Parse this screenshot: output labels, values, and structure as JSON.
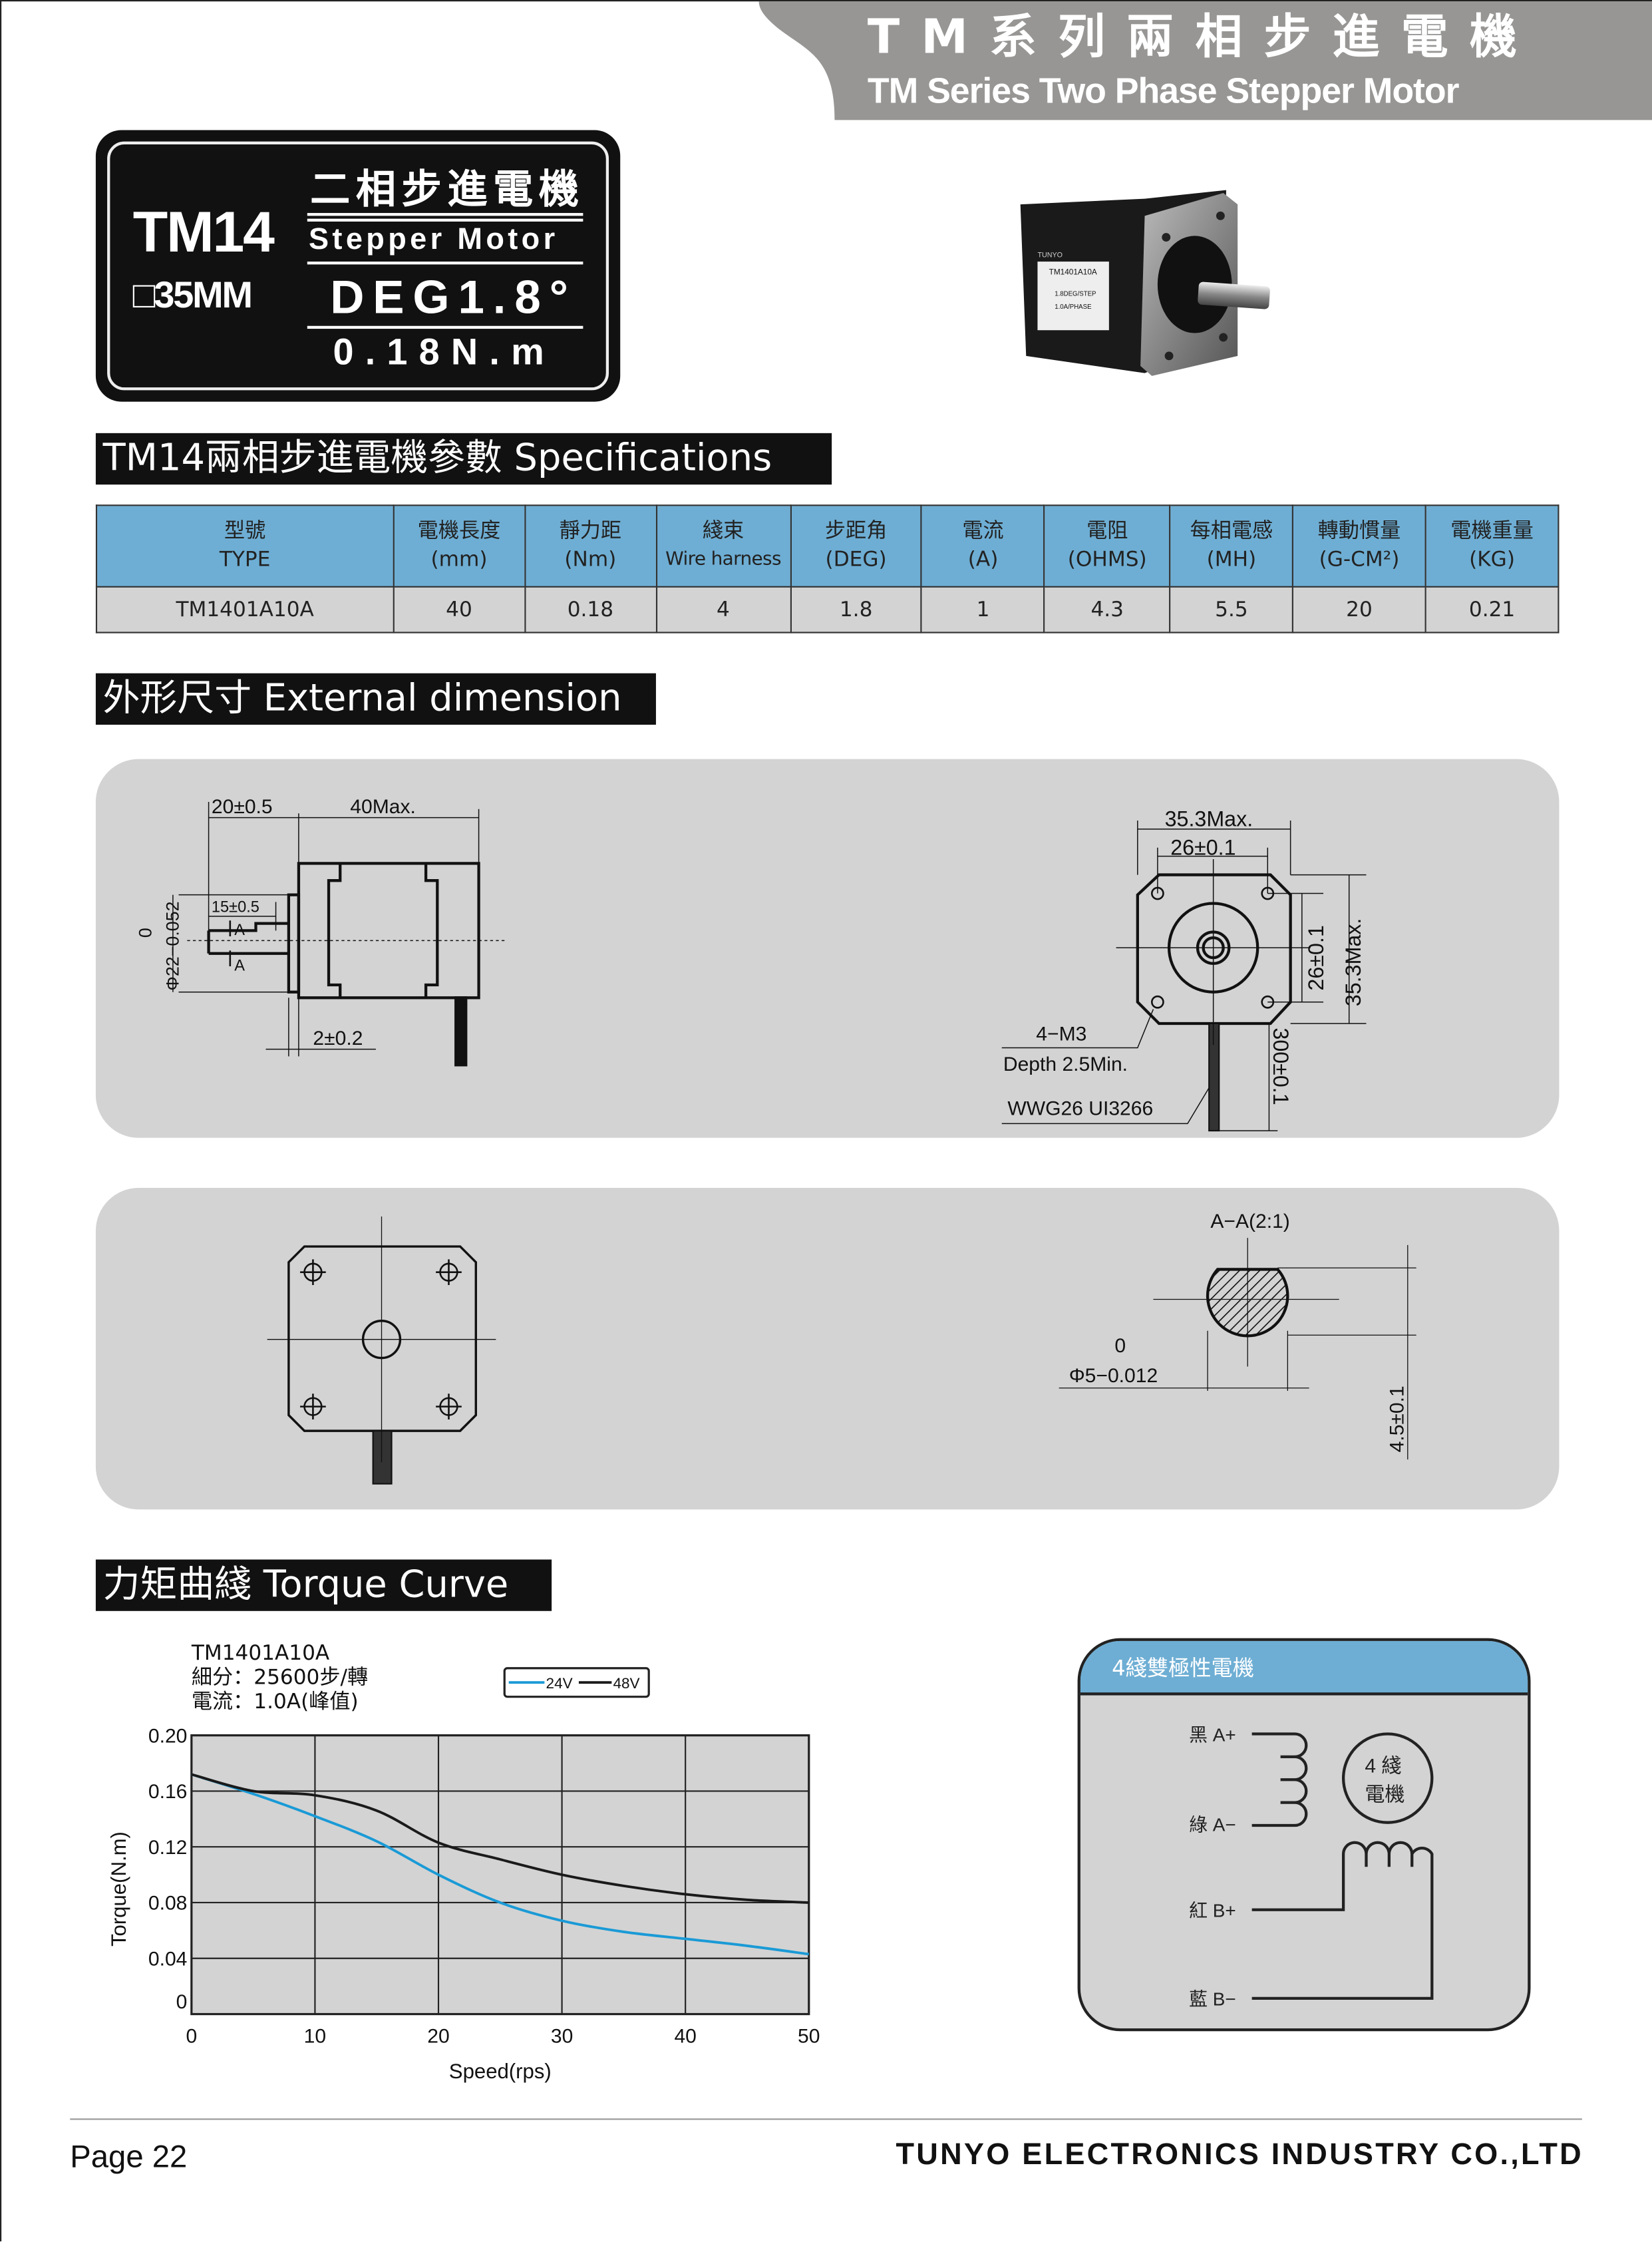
{
  "header": {
    "title_zh": "TM系列兩相步進電機",
    "title_en": "TM Series Two Phase Stepper Motor",
    "color": "#979694"
  },
  "logo": {
    "model": "TM14",
    "frame_size": "□35MM",
    "type_zh": "二相步進電機",
    "type_en": "Stepper Motor",
    "step_angle": "DEG1.8°",
    "torque": "0.18N.m"
  },
  "photo": {
    "brand": "TUNYO",
    "model": "TM1401A10A",
    "line1": "1.8DEG/STEP",
    "line2": "1.0A/PHASE"
  },
  "specs": {
    "title": "TM14兩相步進電機參數 Specifications",
    "columns": [
      {
        "zh": "型號",
        "en": "TYPE"
      },
      {
        "zh": "電機長度",
        "en": "(mm)"
      },
      {
        "zh": "靜力距",
        "en": "(Nm)"
      },
      {
        "zh": "綫束",
        "en": "Wire harness"
      },
      {
        "zh": "步距角",
        "en": "(DEG)"
      },
      {
        "zh": "電流",
        "en": "(A)"
      },
      {
        "zh": "電阻",
        "en": "(OHMS)"
      },
      {
        "zh": "每相電感",
        "en": "(MH)"
      },
      {
        "zh": "轉動慣量",
        "en": "(G-CM²)"
      },
      {
        "zh": "電機重量",
        "en": "(KG)"
      }
    ],
    "rows": [
      [
        "TM1401A10A",
        "40",
        "0.18",
        "4",
        "1.8",
        "1",
        "4.3",
        "5.5",
        "20",
        "0.21"
      ]
    ],
    "header_color": "#6eaed4"
  },
  "dimension": {
    "title": "外形尺寸 External dimension",
    "side": {
      "d1": "20±0.5",
      "d2": "40Max.",
      "d3": "15±0.5",
      "d4": "2±0.2",
      "dia": "Φ22−0.052",
      "dia_tol": "0",
      "sec_a": "A"
    },
    "front": {
      "w_max": "35.3Max.",
      "w_hole": "26±0.1",
      "h_hole": "26±0.1",
      "h_max": "35.3Max.",
      "screw": "4−M3",
      "depth": "Depth 2.5Min.",
      "wire": "WWG26 UI3266",
      "lead": "300±0.1"
    },
    "section": {
      "title": "A−A(2:1)",
      "dia_tol": "0",
      "dia": "Φ5−0.012",
      "flat": "4.5±0.1"
    }
  },
  "torque": {
    "title": "力矩曲綫 Torque Curve",
    "info": [
      "TM1401A10A",
      "細分：25600步/轉",
      "電流：1.0A(峰值)"
    ]
  },
  "chart_data": {
    "type": "line",
    "title": "TM1401A10A",
    "xlabel": "Speed(rps)",
    "ylabel": "Torque(N.m)",
    "xlim": [
      0,
      50
    ],
    "ylim": [
      0,
      0.2
    ],
    "xticks": [
      0,
      10,
      20,
      30,
      40,
      50
    ],
    "yticks": [
      0,
      0.04,
      0.08,
      0.12,
      0.16,
      0.2
    ],
    "ytick_labels": [
      "0",
      "0.04",
      "0.08",
      "0.12",
      "0.16",
      "0.20"
    ],
    "grid": true,
    "legend_position": "top-right",
    "x": [
      0,
      5,
      10,
      15,
      20,
      25,
      30,
      35,
      40,
      45,
      50
    ],
    "series": [
      {
        "name": "24V",
        "color": "#1a9ad6",
        "values": [
          0.172,
          0.158,
          0.142,
          0.124,
          0.1,
          0.08,
          0.067,
          0.059,
          0.054,
          0.049,
          0.043
        ]
      },
      {
        "name": "48V",
        "color": "#1a1a1a",
        "values": [
          0.172,
          0.16,
          0.157,
          0.146,
          0.123,
          0.111,
          0.1,
          0.092,
          0.086,
          0.082,
          0.08
        ]
      }
    ]
  },
  "wiring": {
    "title": "4綫雙極性電機",
    "motor_line1": "4 綫",
    "motor_line2": "電機",
    "leads": [
      "黑 A+",
      "綠 A−",
      "紅 B+",
      "藍 B−"
    ]
  },
  "footer": {
    "page": "Page 22",
    "company": "TUNYO ELECTRONICS INDUSTRY CO.,LTD"
  }
}
